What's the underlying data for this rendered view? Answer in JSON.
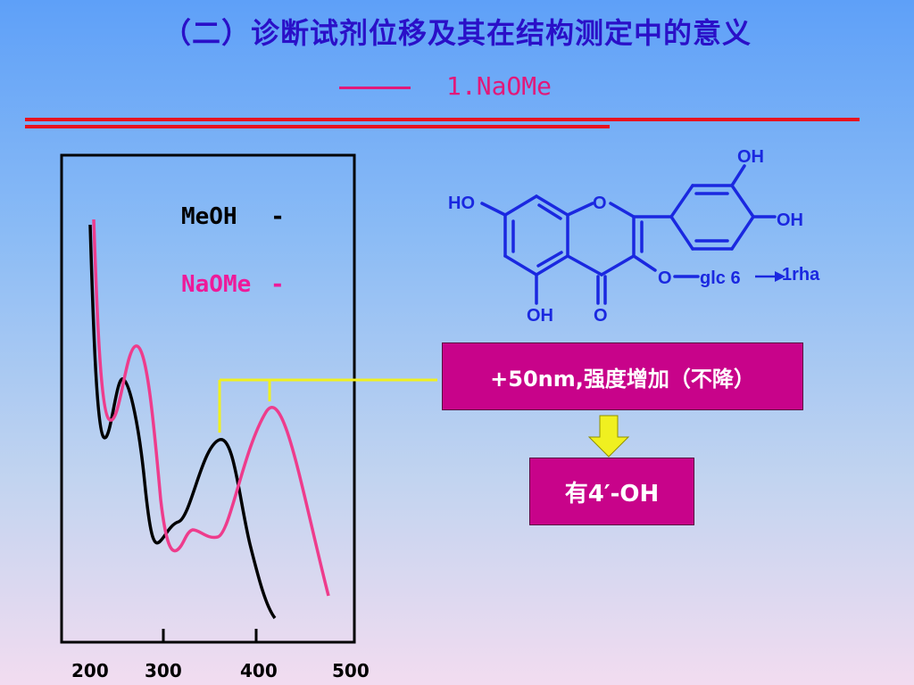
{
  "title": "（二）诊断试剂位移及其在结构测定中的意义",
  "subtitle": "1.NaOMe",
  "legend": {
    "meoh_label": "MeOH",
    "meoh_dash": "-",
    "naome_label": "NaOMe",
    "naome_dash": "-"
  },
  "x_ticks": [
    "200",
    "300",
    "400",
    "500"
  ],
  "structure_labels": {
    "ho_left": "HO",
    "o_ring": "O",
    "oh_top": "OH",
    "oh_right": "OH",
    "o_glc": "O",
    "glc": "glc 6",
    "rha": "1rha",
    "oh_bottom": "OH",
    "o_carbonyl": "O"
  },
  "result_box": "+50nm,强度增加（不降）",
  "conclusion_box": "有4′-OH",
  "colors": {
    "title": "#2a10c8",
    "accent": "#e2187a",
    "rule": "#e8121e",
    "box": "#c8038a",
    "structure": "#1a28e0",
    "meoh_curve": "#000000",
    "naome_curve": "#ee3c8c",
    "callout": "#f0f020"
  }
}
